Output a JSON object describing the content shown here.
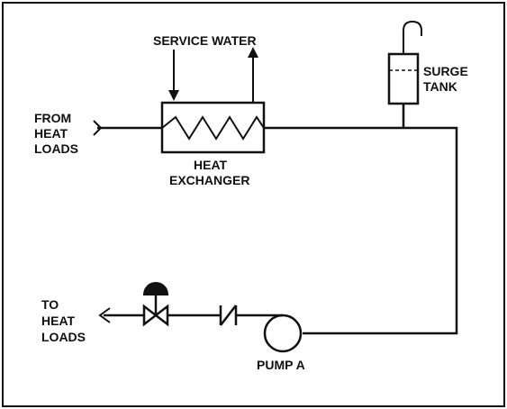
{
  "labels": {
    "service_water": "SERVICE WATER",
    "from_heat_loads": [
      "FROM",
      "HEAT",
      "LOADS"
    ],
    "heat_exchanger": [
      "HEAT",
      "EXCHANGER"
    ],
    "surge_tank": [
      "SURGE",
      "TANK"
    ],
    "to_heat_loads": [
      "TO",
      "HEAT",
      "LOADS"
    ],
    "pump": "PUMP A"
  },
  "components": {
    "heat_exchanger": "heat-exchanger-symbol",
    "surge_tank": "surge-tank-symbol",
    "pump": "centrifugal-pump-symbol",
    "check_valve": "check-valve-symbol",
    "control_valve": "control-valve-symbol"
  },
  "colors": {
    "line": "#111111",
    "background": "#ffffff"
  }
}
